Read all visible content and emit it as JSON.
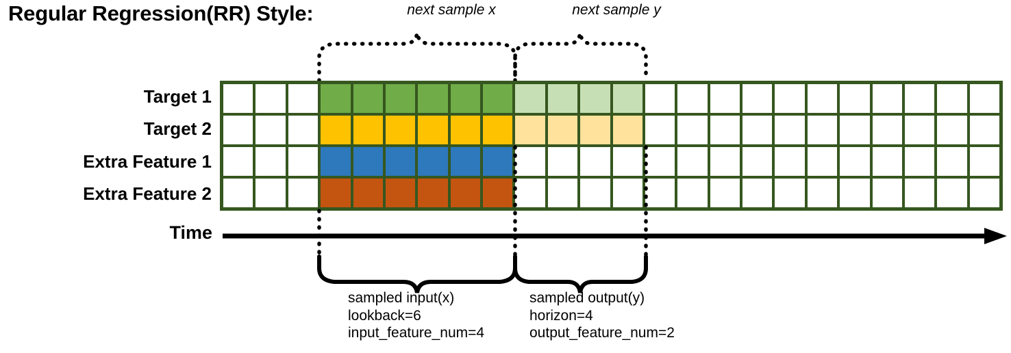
{
  "title": "Regular Regression(RR) Style:",
  "annotations": {
    "next_sample_x": "next sample x",
    "next_sample_y": "next sample y"
  },
  "rows": [
    {
      "label": "Target 1",
      "fill": "#70ac48",
      "faded": "#c6dfb4"
    },
    {
      "label": "Target 2",
      "fill": "#ffc200",
      "faded": "#ffe29b"
    },
    {
      "label": "Extra Feature 1",
      "fill": "#2e78bc",
      "faded": null
    },
    {
      "label": "Extra Feature 2",
      "fill": "#c45511",
      "faded": null
    }
  ],
  "grid": {
    "columns": 24,
    "rows": 4,
    "leading_blank_columns": 3,
    "input_start_column": 3,
    "input_span": 6,
    "output_start_column": 9,
    "output_span": 4,
    "trailing_blank_columns": 11,
    "border_color": "#36571f",
    "empty_cell_color": "#ffffff"
  },
  "time_axis": {
    "label": "Time"
  },
  "footer": {
    "input": {
      "title": "sampled input(x)",
      "lookback": "lookback=6",
      "feature_num": "input_feature_num=4"
    },
    "output": {
      "title": "sampled output(y)",
      "horizon": "horizon=4",
      "feature_num": "output_feature_num=2"
    }
  },
  "values": {
    "lookback": 6,
    "horizon": 4,
    "input_feature_num": 4,
    "output_feature_num": 2
  }
}
